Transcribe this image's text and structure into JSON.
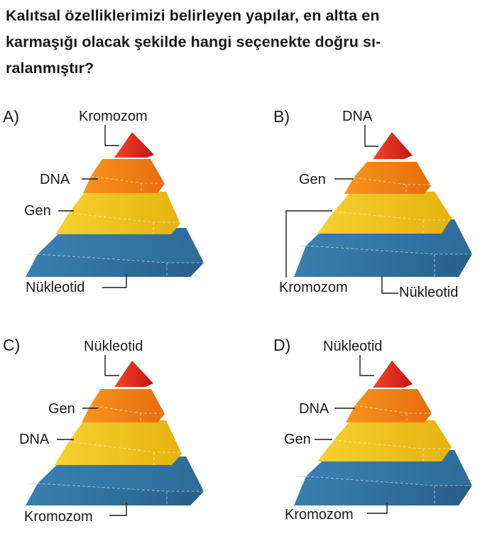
{
  "question": {
    "line1": "Kalıtsal özelliklerimizi belirleyen yapılar, en altta en",
    "line2": "karmaşığı olacak şekilde hangi seçenekte doğru sı-",
    "line3": "ralanmıştır?"
  },
  "options": [
    {
      "letter": "A)",
      "top": "Kromozom",
      "second": "DNA",
      "third": "Gen",
      "bottom": "Nükleotid"
    },
    {
      "letter": "B)",
      "top": "DNA",
      "second": "Gen",
      "third": "Kromozom",
      "bottom": "Nükleotid"
    },
    {
      "letter": "C)",
      "top": "Nükleotid",
      "second": "Gen",
      "third": "DNA",
      "bottom": "Kromozom"
    },
    {
      "letter": "D)",
      "top": "Nükleotid",
      "second": "DNA",
      "third": "Gen",
      "bottom": "Kromozom"
    }
  ],
  "colors": {
    "red": "#e8241c",
    "orange": "#f07f12",
    "yellow": "#f2c21a",
    "blue": "#2f6e9c"
  }
}
